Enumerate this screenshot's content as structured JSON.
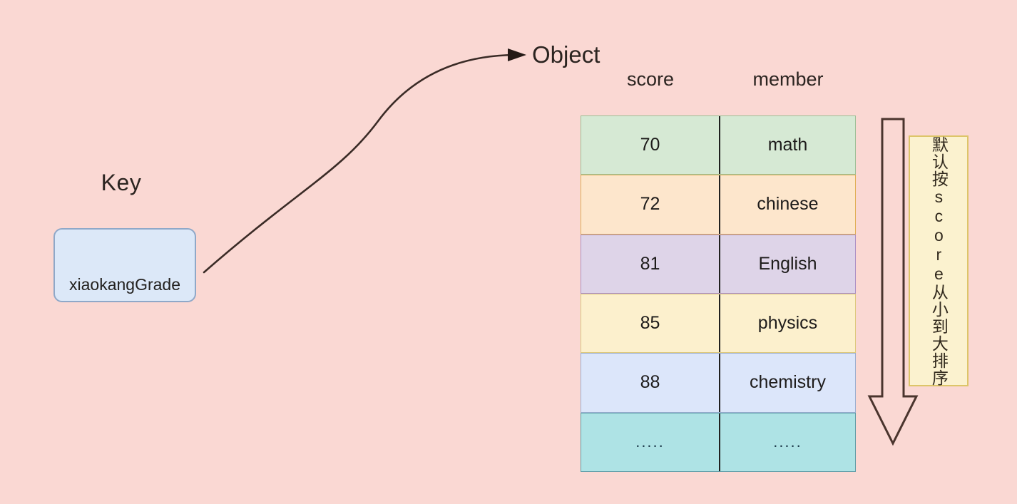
{
  "background_color": "#fad8d3",
  "key_section": {
    "label": "Key",
    "box_value": "xiaokangGrade",
    "box_fill": "#dce8f8",
    "box_border": "#8fa8c8"
  },
  "arrow": {
    "name": "key-to-object-arrow",
    "color": "#3a2b26",
    "direction": "right"
  },
  "object_section": {
    "label": "Object",
    "columns": [
      "score",
      "member"
    ],
    "rows": [
      {
        "score": "70",
        "member": "math",
        "fill": "#d6e9d4",
        "border": "#9cbf96"
      },
      {
        "score": "72",
        "member": "chinese",
        "fill": "#fde6cc",
        "border": "#e0ae54"
      },
      {
        "score": "81",
        "member": "English",
        "fill": "#ded4e8",
        "border": "#ab8fc4"
      },
      {
        "score": "85",
        "member": "physics",
        "fill": "#fcf0cd",
        "border": "#dcc87c"
      },
      {
        "score": "88",
        "member": "chemistry",
        "fill": "#dce6fa",
        "border": "#9aaed0"
      },
      {
        "score": ".....",
        "member": ".....",
        "fill": "#aee3e5",
        "border": "#5f9ca6"
      }
    ]
  },
  "sort_indicator": {
    "arrow_name": "sort-direction-down-arrow",
    "arrow_color": "#4a342d",
    "note_text": "默认按score从小到大排序",
    "note_fill": "#fbf2cf",
    "note_border": "#ddc569"
  }
}
